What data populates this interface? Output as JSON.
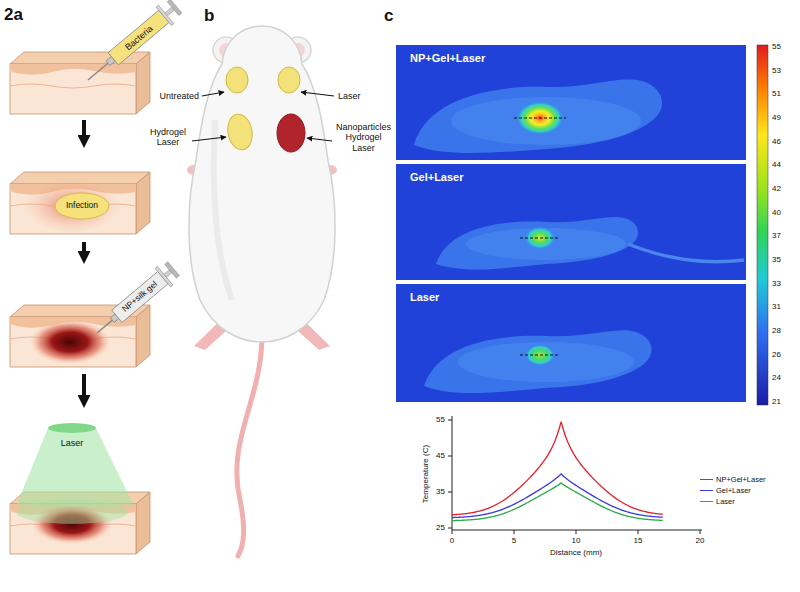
{
  "diagram": {
    "nodes": [
      {
        "text": [
          "Bacteria"
        ]
      },
      {
        "text": [
          "Infection"
        ]
      },
      {
        "text": [
          "NP+silk gel"
        ]
      },
      {
        "text": [
          "Laser"
        ]
      },
      {
        "text": [
          "NP+Gel+Laser"
        ]
      },
      {
        "text": [
          "Gel+Laser"
        ]
      },
      {
        "text": [
          "Laser"
        ]
      }
    ],
    "edges": [
      {
        "from": 0,
        "to": 1,
        "arrow": "to"
      },
      {
        "from": 1,
        "to": 2,
        "arrow": "to"
      },
      {
        "from": 2,
        "to": 3,
        "arrow": "to"
      }
    ],
    "labels": [
      "2a",
      "b",
      "c",
      "Untreated",
      "Laser",
      "Hydrogel Laser",
      "Nanoparticles Hydrogel Laser",
      "55",
      "53",
      "51",
      "49",
      "46",
      "44",
      "42",
      "40",
      "37",
      "35",
      "33",
      "31",
      "28",
      "26",
      "24",
      "21",
      "55",
      "45",
      "35",
      "25",
      "0",
      "5",
      "10",
      "15",
      "20",
      "Temperature (C)",
      "Distance (mm)"
    ],
    "legend": [
      {
        "text": "NP+Gel+Laser"
      },
      {
        "text": "Gel+Laser"
      },
      {
        "text": "Laser"
      }
    ]
  }
}
